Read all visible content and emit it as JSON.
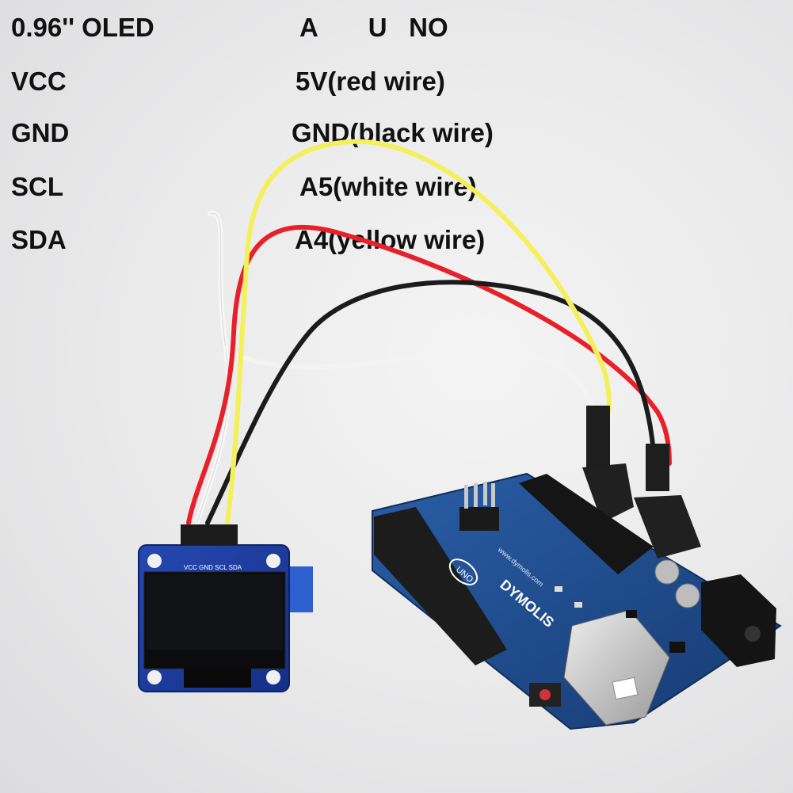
{
  "header": {
    "module_label": "0.96'' OLED",
    "board_label": "A       U   NO"
  },
  "pin_rows": [
    {
      "pin": "VCC",
      "target": "5V(red wire)"
    },
    {
      "pin": "GND",
      "target": "GND(black wire)"
    },
    {
      "pin": "SCL",
      "target": "A5(white wire)"
    },
    {
      "pin": "SDA",
      "target": "A4(yellow wire)"
    }
  ],
  "oled_silkscreen": "VCC GND SCL SDA",
  "board_text": {
    "site": "www.dymolis.com",
    "logo": "DYMOLIS",
    "model": "UNO"
  },
  "colors": {
    "red_wire": "#e8202a",
    "black_wire": "#1b1b1b",
    "white_wire": "#f7f7f5",
    "yellow_wire": "#f3f05a",
    "pcb_blue": "#1f4f91",
    "oled_pcb": "#1b3f9e"
  }
}
